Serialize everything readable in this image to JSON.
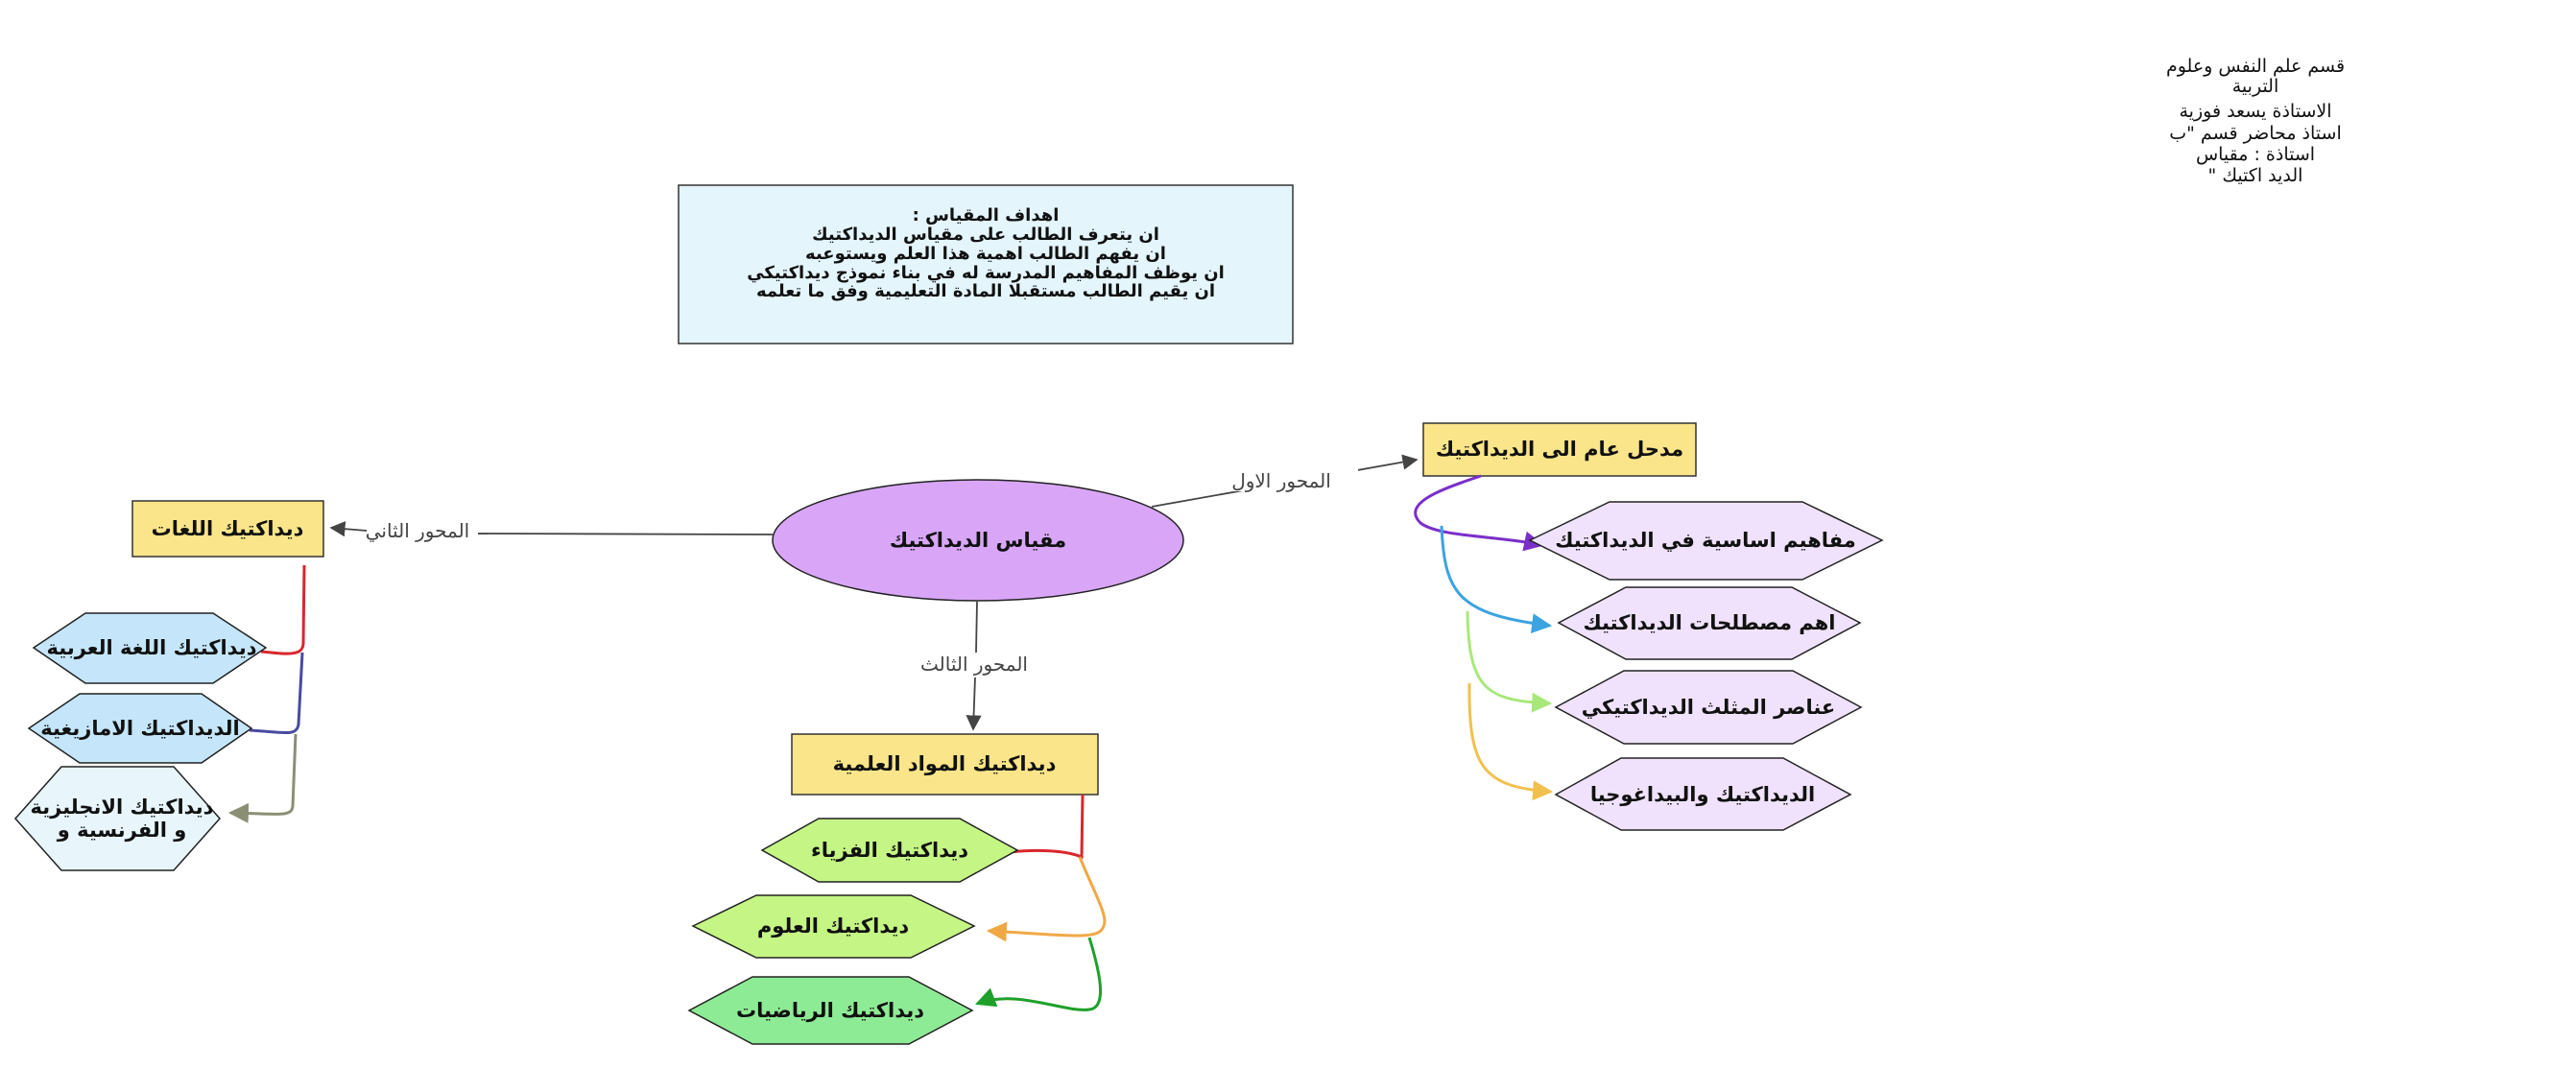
{
  "info_block": {
    "lines": [
      "قسم علم النفس وعلوم",
      "التربية",
      "الاستاذة يسعد فوزية",
      "استاذ محاضر قسم \"ب",
      "استاذة : مقياس",
      "\" الديد اكتيك"
    ]
  },
  "goals_box": {
    "lines": [
      ": اهداف المقياس",
      "ان يتعرف الطالب على مقياس الديداكتيك",
      "ان يفهم الطالب اهمية هذا العلم ويستوعبه",
      "ان يوظف المفاهيم المدرسة له في بناء نموذج ديداكتيكي",
      "ان يقيم الطالب مستقبلا المادة التعليمية وفق ما تعلمه"
    ]
  },
  "central_node": {
    "label": "مقياس الديداكتيك"
  },
  "axes": [
    {
      "edge_label": "المحور الاول",
      "node_label": "مدحل عام الى الديداكتيك",
      "children": [
        {
          "label": "مفاهيم اساسية في الديداكتيك",
          "color": "#7b2fc9"
        },
        {
          "label": "اهم مصطلحات الديداكتيك",
          "color": "#3ba3e0"
        },
        {
          "label": "عناصر المثلث الديداكتيكي",
          "color": "#a8e87a"
        },
        {
          "label": "الديداكتيك والبيداغوجيا",
          "color": "#f2c04e"
        }
      ]
    },
    {
      "edge_label": "المحور الثاني",
      "node_label": "ديداكتيك اللغات",
      "children": [
        {
          "label": "ديداكتيك اللغة العربية",
          "color": "#d9272e"
        },
        {
          "label": "الديداكتيك الامازيغية",
          "color": "#4a4aa0"
        },
        {
          "label_line1": "ديداكتيك الانجليزية",
          "label_line2": "و الفرنسية و",
          "color": "#8a8f74"
        }
      ]
    },
    {
      "edge_label": "المحور الثالث",
      "node_label": "ديداكتيك المواد العلمية",
      "children": [
        {
          "label": "ديداكتيك الفزياء",
          "color": "#d9272e"
        },
        {
          "label": "ديداكتيك العلوم",
          "color": "#f0a845"
        },
        {
          "label": "ديداكتيك الرياضيات",
          "color": "#1fa02a"
        }
      ]
    }
  ],
  "colors": {
    "central_fill": "#d9a6f7",
    "axis_box_fill": "#fbe58a",
    "goals_fill": "#e4f5fc",
    "purple_hex": "#f0e2fc",
    "blue_hex": "#c5e6fa",
    "light_blue_hex": "#e8f6fc",
    "green_hex": "#c5f585",
    "dark_green_hex": "#8eeb95"
  }
}
